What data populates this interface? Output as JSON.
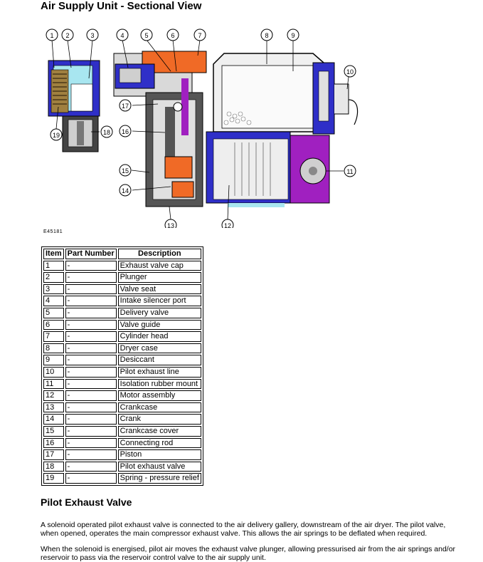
{
  "title": "Air Supply Unit - Sectional View",
  "figure_id": "E45181",
  "callouts": [
    "1",
    "2",
    "3",
    "4",
    "5",
    "6",
    "7",
    "8",
    "9",
    "10",
    "11",
    "12",
    "13",
    "14",
    "15",
    "16",
    "17",
    "18",
    "19"
  ],
  "table": {
    "headers": [
      "Item",
      "Part Number",
      "Description"
    ],
    "rows": [
      {
        "item": "1",
        "part": "-",
        "desc": "Exhaust valve cap"
      },
      {
        "item": "2",
        "part": "-",
        "desc": "Plunger"
      },
      {
        "item": "3",
        "part": "-",
        "desc": "Valve seat"
      },
      {
        "item": "4",
        "part": "-",
        "desc": "Intake silencer port"
      },
      {
        "item": "5",
        "part": "-",
        "desc": "Delivery valve"
      },
      {
        "item": "6",
        "part": "-",
        "desc": "Valve guide"
      },
      {
        "item": "7",
        "part": "-",
        "desc": "Cylinder head"
      },
      {
        "item": "8",
        "part": "-",
        "desc": "Dryer case"
      },
      {
        "item": "9",
        "part": "-",
        "desc": "Desiccant"
      },
      {
        "item": "10",
        "part": "-",
        "desc": "Pilot exhaust line"
      },
      {
        "item": "11",
        "part": "-",
        "desc": "Isolation rubber mount"
      },
      {
        "item": "12",
        "part": "-",
        "desc": "Motor assembly"
      },
      {
        "item": "13",
        "part": "-",
        "desc": "Crankcase"
      },
      {
        "item": "14",
        "part": "-",
        "desc": "Crank"
      },
      {
        "item": "15",
        "part": "-",
        "desc": "Crankcase cover"
      },
      {
        "item": "16",
        "part": "-",
        "desc": "Connecting rod"
      },
      {
        "item": "17",
        "part": "-",
        "desc": "Piston"
      },
      {
        "item": "18",
        "part": "-",
        "desc": "Pilot exhaust valve"
      },
      {
        "item": "19",
        "part": "-",
        "desc": "Spring - pressure relief"
      }
    ]
  },
  "section_title": "Pilot Exhaust Valve",
  "paragraphs": [
    "A solenoid operated pilot exhaust valve is connected to the air delivery gallery, downstream of the air dryer. The pilot valve, when opened, operates the main compressor exhaust valve. This allows the air springs to be deflated when required.",
    "When the solenoid is energised, pilot air moves the exhaust valve plunger, allowing pressurised air from the air springs and/or reservoir to pass via the reservoir control valve to the air supply unit."
  ],
  "colors": {
    "blue": "#2f2fc8",
    "cyan": "#a8e6f0",
    "orange": "#f06a26",
    "purple": "#a020c0",
    "grey_dark": "#555555",
    "grey_light": "#d9d9d9"
  }
}
